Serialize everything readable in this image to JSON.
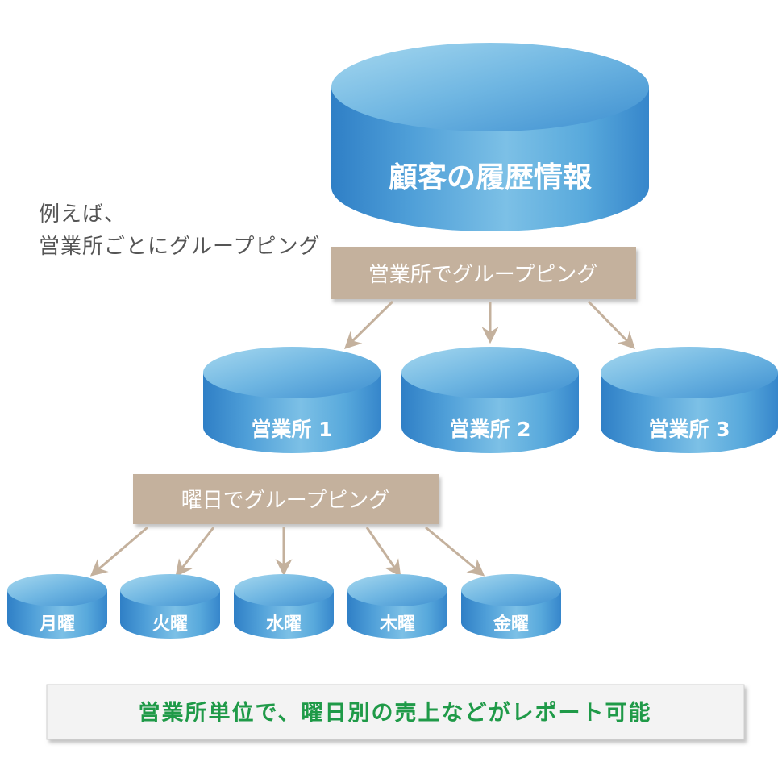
{
  "root_db": {
    "label": "顧客の履歴情報"
  },
  "note": {
    "line1": "例えば、",
    "line2": "営業所ごとにグループピング"
  },
  "office_group": {
    "label": "営業所でグループピング"
  },
  "offices": [
    {
      "label": "営業所 1"
    },
    {
      "label": "営業所 2"
    },
    {
      "label": "営業所 3"
    }
  ],
  "weekday_group": {
    "label": "曜日でグループピング"
  },
  "weekdays": [
    {
      "label": "月曜"
    },
    {
      "label": "火曜"
    },
    {
      "label": "水曜"
    },
    {
      "label": "木曜"
    },
    {
      "label": "金曜"
    }
  ],
  "summary": {
    "label": "営業所単位で、曜日別の売上などがレポート可能"
  },
  "colors": {
    "cylinder_dark": "#2e7fc7",
    "cylinder_light": "#9dd3ec",
    "group_box": "#c4b19d",
    "arrow": "#c4b19d",
    "summary_text": "#1f9a48",
    "summary_bg": "#f3f3f3"
  }
}
